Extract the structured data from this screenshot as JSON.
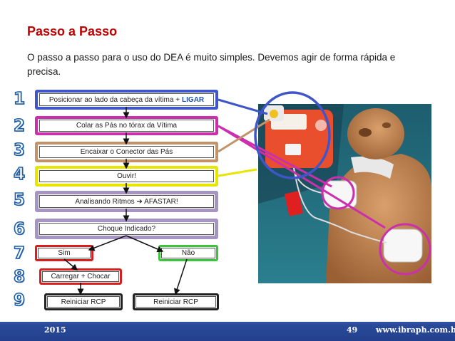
{
  "slide": {
    "title": "Passo a Passo",
    "intro": "O passo a passo para o uso do DEA é muito simples. Devemos agir de forma rápida e precisa."
  },
  "step_numbers": [
    "1",
    "2",
    "3",
    "4",
    "5",
    "6",
    "7",
    "8",
    "9"
  ],
  "flow": {
    "step1": "Posicionar ao lado da cabeça da vítima +",
    "step1_ligar": "LIGAR",
    "step2": "Colar as Pás no tórax da Vítima",
    "step3": "Encaixar o Conector das Pás",
    "step4": "Ouvir!",
    "step5": "Analisando Ritmos ➔ AFASTAR!",
    "step6": "Choque Indicado?",
    "sim": "Sim",
    "nao": "Não",
    "carregar": "Carregar + Chocar",
    "reiniciar_left": "Reiniciar RCP",
    "reiniciar_right": "Reiniciar RCP"
  },
  "highlight_colors": {
    "step1": "#3f56c8",
    "step2": "#cc2fae",
    "step3": "#c2936a",
    "step4": "#e6e600",
    "step5": "#8a6ab0",
    "step6": "#7a5fa8",
    "sim": "#d81e1e",
    "nao": "#3cc43c",
    "carregar": "#d81e1e",
    "reiniciar": "#222222"
  },
  "footer": {
    "year": "2015",
    "page": "49",
    "url": "www.ibraph.com.br"
  }
}
